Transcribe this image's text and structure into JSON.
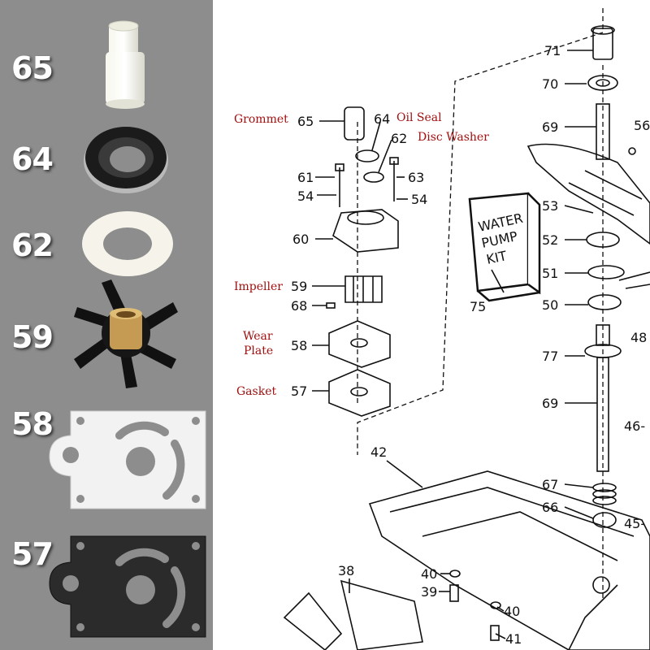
{
  "left_panel": {
    "background": "#8d8d8d",
    "items": [
      {
        "number": "65",
        "part": "grommet"
      },
      {
        "number": "64",
        "part": "oil-seal"
      },
      {
        "number": "62",
        "part": "disc-washer"
      },
      {
        "number": "59",
        "part": "impeller"
      },
      {
        "number": "58",
        "part": "wear-plate"
      },
      {
        "number": "57",
        "part": "gasket"
      }
    ]
  },
  "diagram": {
    "red_labels": {
      "grommet": "Grommet",
      "oil_seal": "Oil Seal",
      "disc_washer": "Disc Washer",
      "impeller": "Impeller",
      "wear": "Wear",
      "plate": "Plate",
      "gasket": "Gasket"
    },
    "callouts": {
      "n71": "71",
      "n70": "70",
      "n69a": "69",
      "n56": "56",
      "n65": "65",
      "n64": "64",
      "n62": "62",
      "n61": "61",
      "n63": "63",
      "n54a": "54",
      "n54b": "54",
      "n53": "53",
      "n60": "60",
      "n52": "52",
      "n51": "51",
      "n59": "59",
      "n68": "68",
      "n50": "50",
      "n58": "58",
      "n48": "48",
      "n77": "77",
      "n57": "57",
      "n69b": "69",
      "n46": "46-",
      "n42": "42",
      "n67": "67",
      "n66": "66",
      "n45": "45-",
      "n38": "38",
      "n40a": "40",
      "n39": "39",
      "n40b": "40",
      "n41": "41",
      "n75": "75"
    },
    "kit_box_lines": [
      "WATER",
      "PUMP",
      "KIT"
    ],
    "colors": {
      "ink": "#111111",
      "label_red": "#a01010"
    }
  }
}
